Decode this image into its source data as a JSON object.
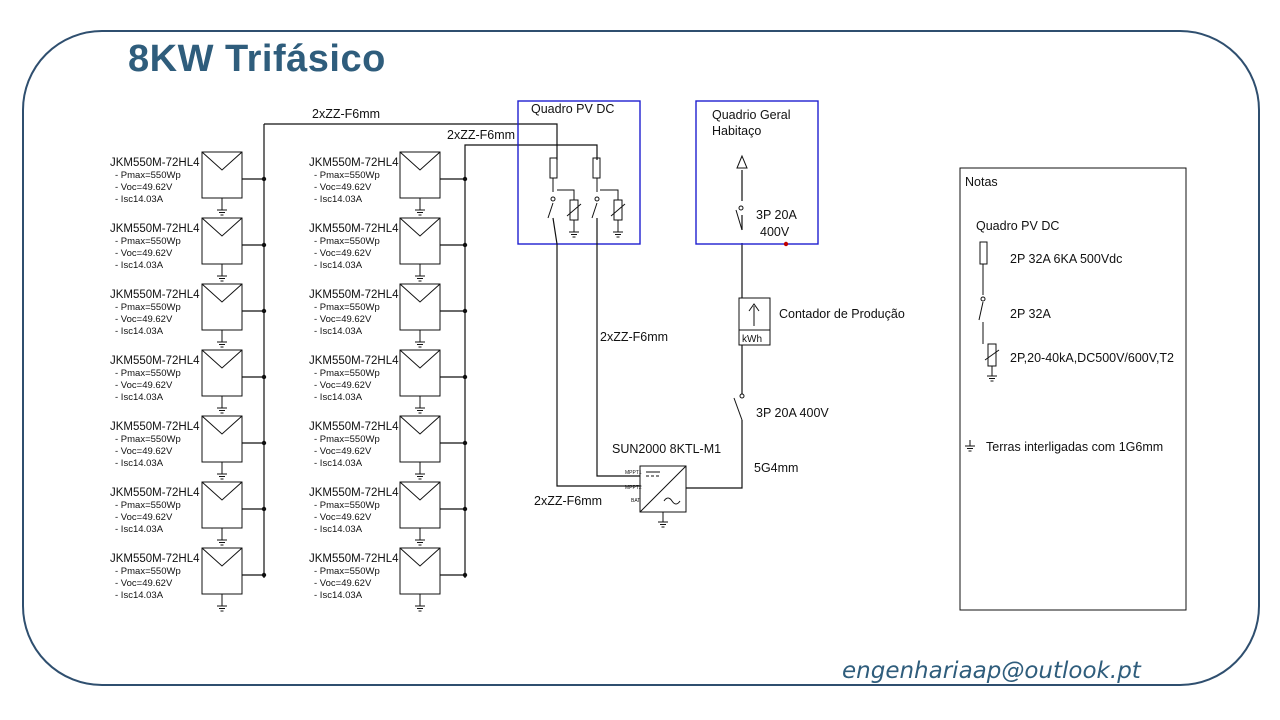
{
  "title": "8KW Trifásico",
  "module": {
    "model": "JKM550M-72HL4",
    "pmax": "- Pmax=550Wp",
    "voc": "- Voc=49.62V",
    "isc": "- Isc14.03A"
  },
  "cables": {
    "top_string1": "2xZZ-F6mm",
    "top_string2": "2xZZ-F6mm",
    "dc_to_inverter": "2xZZ-F6mm",
    "bottom_strings": "2xZZ-F6mm",
    "ac_cable": "5G4mm"
  },
  "boxes": {
    "pv_dc": "Quadro PV DC",
    "geral_line1": "Quadrio Geral",
    "geral_line2": "Habitaço"
  },
  "breakers": {
    "main_line1": "3P 20A",
    "main_line2": "400V",
    "inverter_side": "3P 20A 400V"
  },
  "meter": {
    "label": "Contador de Produção",
    "unit": "kWh"
  },
  "inverter": {
    "model": "SUN2000 8KTL-M1",
    "port1": "MPPT1",
    "port2": "MPPT2",
    "port3": "BAT"
  },
  "notes": {
    "header": "Notas",
    "subtitle": "Quadro PV DC",
    "fuse": "2P 32A 6KA 500Vdc",
    "switch": "2P 32A",
    "spd": "2P,20-40kA,DC500V/600V,T2",
    "earth": "Terras interligadas com 1G6mm"
  },
  "footer": {
    "email": "engenhariaap@outlook.pt"
  },
  "colors": {
    "title": "#2f5d7c",
    "frame": "#2f4f6f",
    "box_border": "#1f1fd0",
    "terminal": "#c00000"
  }
}
